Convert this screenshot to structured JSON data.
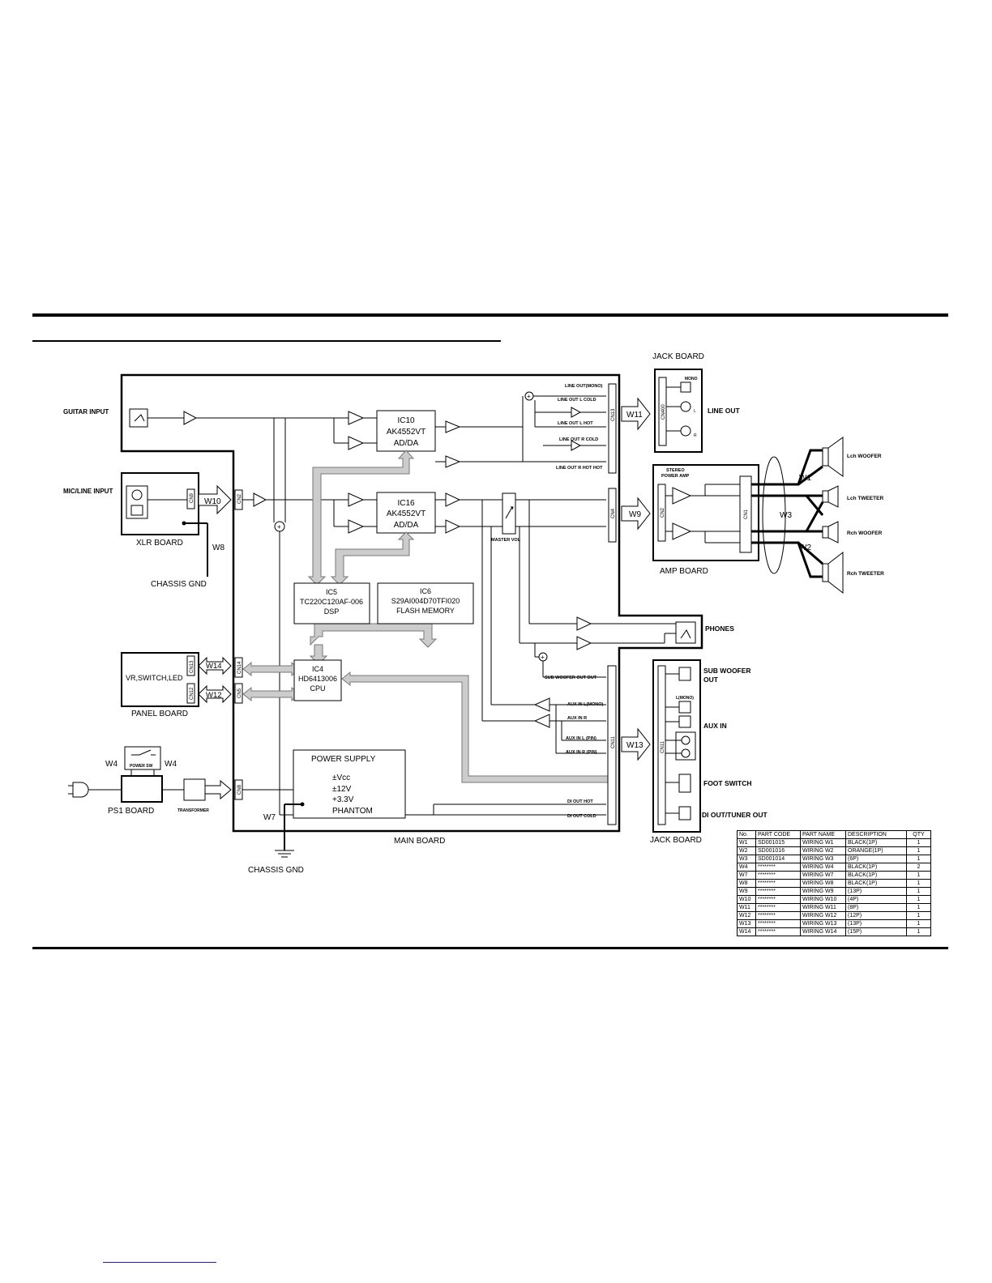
{
  "boards": {
    "main": "MAIN BOARD",
    "jack_top": "JACK BOARD",
    "jack_bottom": "JACK BOARD",
    "amp": "AMP BOARD",
    "xlr": "XLR BOARD",
    "panel": "PANEL BOARD",
    "panel_content": "VR,SWITCH,LED",
    "ps1": "PS1 BOARD",
    "transformer": "TRANSFORMER",
    "power_sw": "POWER SW",
    "stereo_amp": [
      "STEREO",
      "POWER AMP"
    ]
  },
  "inputs": {
    "guitar": "GUITAR INPUT",
    "mic_line": "MIC/LINE INPUT"
  },
  "outputs": {
    "line_out": "LINE OUT",
    "phones": "PHONES",
    "sub_woofer": [
      "SUB WOOFER",
      "OUT"
    ],
    "aux_in": "AUX IN",
    "foot_switch": "FOOT SWITCH",
    "di_out": "DI OUT/TUNER OUT",
    "mono": "MONO",
    "l_mono": "L(MONO)",
    "l": "L",
    "r": "R"
  },
  "speakers": {
    "lch_woofer": "Lch WOOFER",
    "lch_tweeter": "Lch TWEETER",
    "rch_woofer": "Rch WOOFER",
    "rch_tweeter": "Rch TWEETER"
  },
  "ics": {
    "ic10": [
      "IC10",
      "AK4552VT",
      "AD/DA"
    ],
    "ic16": [
      "IC16",
      "AK4552VT",
      "AD/DA"
    ],
    "ic5": [
      "IC5",
      "TC220C120AF-006",
      "DSP"
    ],
    "ic6": [
      "IC6",
      "S29AI004D70TFI020",
      "FLASH MEMORY"
    ],
    "ic4": [
      "IC4",
      "HD6413006",
      "CPU"
    ],
    "power_supply": [
      "POWER SUPPLY",
      "±Vcc",
      "±12V",
      "+3.3V",
      "PHANTOM"
    ]
  },
  "signals": {
    "line_out_mono": "LINE OUT(MONO)",
    "line_out_l_cold": "LINE OUT L COLD",
    "line_out_l_hot": "LINE OUT L HOT",
    "line_out_r_cold": "LINE OUT R COLD",
    "line_out_r_hot": "LINE OUT R HOT HOT",
    "master_vol": "MASTER VOL",
    "sub_woofer_out": "SUB WOOFER OUT OUT",
    "aux_in_l_mono": "AUX IN L(MONO)",
    "aux_in_r": "AUX IN R",
    "aux_in_l_pin": "AUX IN L (PIN)",
    "aux_in_r_pin": "AUX IN R (PIN)",
    "di_out_hot": "DI OUT HOT",
    "di_out_cold": "DI OUT COLD"
  },
  "connectors": {
    "cn9": "CN9",
    "cn2": "CN2",
    "cn13": "CN13",
    "cn4": "CN4",
    "cn400": "CN400",
    "cn_amp2": "CN2",
    "cn_amp1": "CN1",
    "cn14": "CN14",
    "cn5": "CN5",
    "cn_panel13": "CN13",
    "cn_panel12": "CN12",
    "cn8": "CN8",
    "cn11": "CN11",
    "cn_jack11": "CN11"
  },
  "wires": {
    "w1": "W1",
    "w2": "W2",
    "w3": "W3",
    "w4a": "W4",
    "w4b": "W4",
    "w7": "W7",
    "w8": "W8",
    "w9": "W9",
    "w10": "W10",
    "w11": "W11",
    "w12": "W12",
    "w13": "W13",
    "w14": "W14"
  },
  "grounds": {
    "chassis_gnd_1": "CHASSIS GND",
    "chassis_gnd_2": "CHASSIS GND"
  },
  "parts_table": {
    "headers": [
      "No.",
      "PART CODE",
      "PART NAME",
      "DESCRIPTION",
      "QTY"
    ],
    "rows": [
      [
        "W1",
        "SD001015",
        "WIRING W1",
        "BLACK(1P)",
        "1"
      ],
      [
        "W2",
        "SD001016",
        "WIRING W2",
        "ORANGE(1P)",
        "1"
      ],
      [
        "W3",
        "SD001014",
        "WIRING W3",
        "(6P)",
        "1"
      ],
      [
        "W4",
        "********",
        "WIRING W4",
        "BLACK(1P)",
        "2"
      ],
      [
        "W7",
        "********",
        "WIRING W7",
        "BLACK(1P)",
        "1"
      ],
      [
        "W8",
        "********",
        "WIRING W8",
        "BLACK(1P)",
        "1"
      ],
      [
        "W9",
        "********",
        "WIRING W9",
        "(13P)",
        "1"
      ],
      [
        "W10",
        "********",
        "WIRING W10",
        "(4P)",
        "1"
      ],
      [
        "W11",
        "********",
        "WIRING W11",
        "(8P)",
        "1"
      ],
      [
        "W12",
        "********",
        "WIRING W12",
        "(12P)",
        "1"
      ],
      [
        "W13",
        "********",
        "WIRING W13",
        "(13P)",
        "1"
      ],
      [
        "W14",
        "********",
        "WIRING W14",
        "(15P)",
        "1"
      ]
    ]
  }
}
